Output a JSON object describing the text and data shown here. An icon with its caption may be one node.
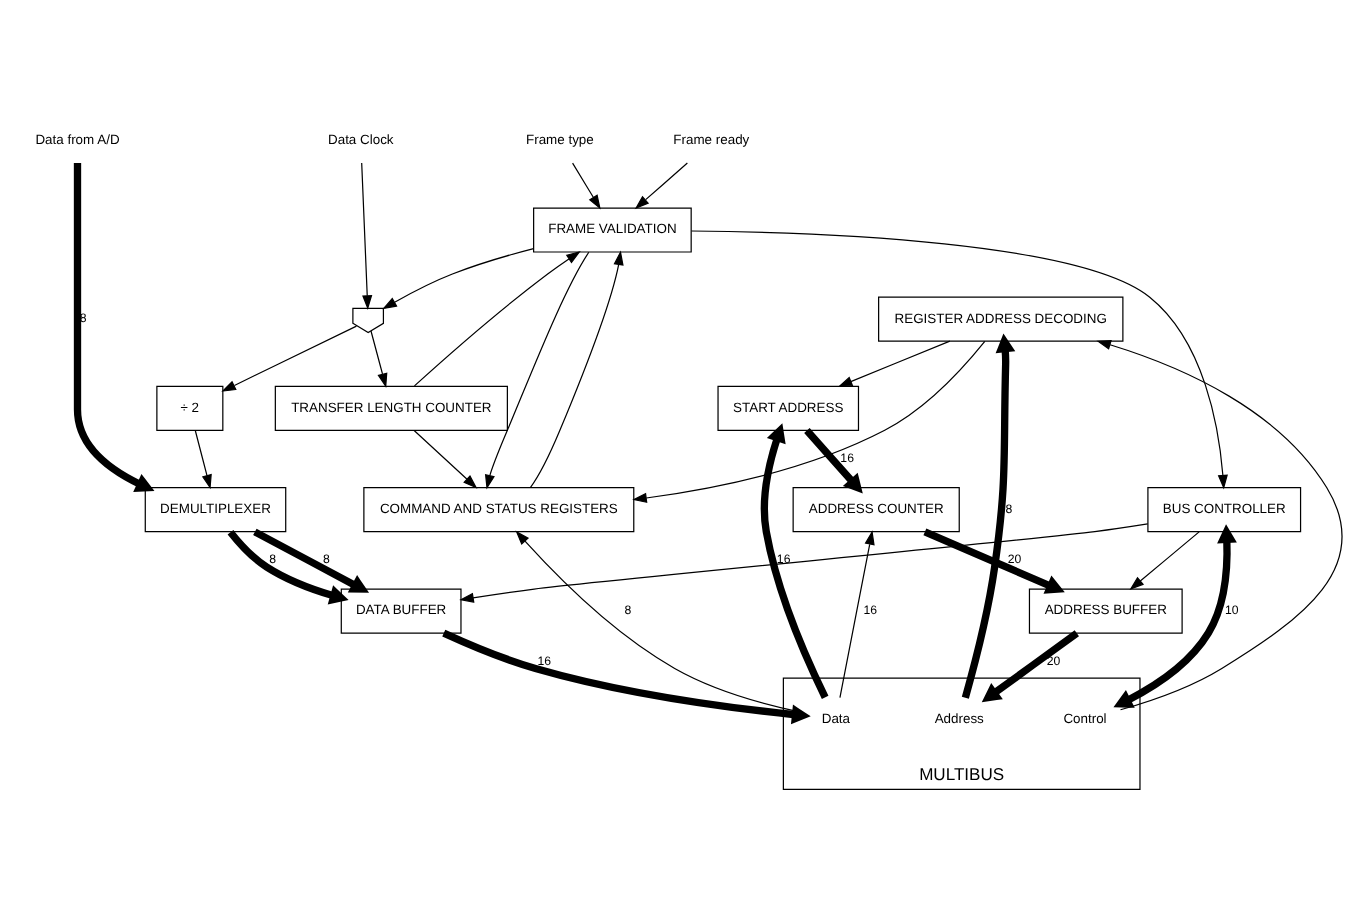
{
  "diagram": {
    "nodes": [
      {
        "text": [
          "Frame type"
        ]
      },
      {
        "text": [
          "Frame ready"
        ]
      },
      {
        "text": [
          "Data Clock"
        ]
      },
      {
        "text": [
          "Data from A/D"
        ]
      },
      {
        "text": [
          "FRAME VALIDATION"
        ]
      },
      {
        "text": [],
        "shape": "gate"
      },
      {
        "text": [
          "TRANSFER LENGTH COUNTER"
        ]
      },
      {
        "text": [
          "COMMAND AND STATUS REGISTERS"
        ]
      },
      {
        "text": [
          "START ADDRESS"
        ]
      },
      {
        "text": [
          "÷ 2"
        ]
      },
      {
        "text": [
          "ADDRESS COUNTER"
        ]
      },
      {
        "text": [
          "DEMULTIPLEXER"
        ]
      },
      {
        "text": [
          "BUS CONTROLLER"
        ]
      },
      {
        "text": [
          "REGISTER ADDRESS DECODING"
        ]
      },
      {
        "text": [
          "ADDRESS BUFFER"
        ]
      },
      {
        "text": [
          "DATA BUFFER"
        ]
      },
      {
        "text": [
          "MULTIBUS"
        ]
      },
      {
        "text": [
          "Control"
        ],
        "in": 16
      },
      {
        "text": [
          "Address"
        ],
        "in": 16
      },
      {
        "text": [
          "Data"
        ],
        "in": 16
      }
    ],
    "edges": [
      {
        "from": 0,
        "to": 4,
        "arrow": "to"
      },
      {
        "from": 1,
        "to": 4,
        "arrow": "to"
      },
      {
        "from": 2,
        "to": 5,
        "arrow": "to"
      },
      {
        "from": 4,
        "to": 5,
        "arrow": "to"
      },
      {
        "from": 5,
        "to": 6,
        "arrow": "to"
      },
      {
        "from": 5,
        "to": 9,
        "arrow": "to"
      },
      {
        "from": 6,
        "to": 4,
        "arrow": "to"
      },
      {
        "from": 6,
        "to": 7,
        "arrow": "to"
      },
      {
        "from": 4,
        "to": 7,
        "arrow": "to"
      },
      {
        "from": 7,
        "to": 4,
        "arrow": "to"
      },
      {
        "from": 19,
        "to": 7,
        "arrow": "to",
        "label": "8"
      },
      {
        "from": 19,
        "to": 8,
        "arrow": "to",
        "label": "16",
        "style": "thick"
      },
      {
        "from": 19,
        "to": 10,
        "arrow": "to",
        "label": "16"
      },
      {
        "from": 8,
        "to": 10,
        "arrow": "to",
        "label": "16",
        "style": "thick"
      },
      {
        "from": 10,
        "to": 14,
        "arrow": "to",
        "label": "20",
        "style": "thick"
      },
      {
        "from": 14,
        "to": 18,
        "arrow": "to",
        "label": "20",
        "style": "thick"
      },
      {
        "from": 18,
        "to": 13,
        "arrow": "to",
        "label": "8",
        "style": "thick"
      },
      {
        "from": 16,
        "to": 13,
        "arrow": "to"
      },
      {
        "from": 13,
        "to": 7,
        "arrow": "to"
      },
      {
        "from": 13,
        "to": 8,
        "arrow": "to"
      },
      {
        "from": 4,
        "to": 12,
        "arrow": "to"
      },
      {
        "from": 12,
        "to": 17,
        "arrow": "both",
        "label": "10",
        "style": "thick"
      },
      {
        "from": 12,
        "to": 15,
        "arrow": "to"
      },
      {
        "from": 12,
        "to": 14,
        "arrow": "to"
      },
      {
        "from": 3,
        "to": 11,
        "arrow": "to",
        "label": "8",
        "style": "thick"
      },
      {
        "from": 9,
        "to": 11,
        "arrow": "to"
      },
      {
        "from": 11,
        "to": 15,
        "arrow": "to",
        "label": "8",
        "style": "thick"
      },
      {
        "from": 11,
        "to": 15,
        "arrow": "to",
        "label": "8",
        "style": "thick"
      },
      {
        "from": 15,
        "to": 19,
        "arrow": "to",
        "label": "16",
        "style": "thick"
      }
    ]
  }
}
